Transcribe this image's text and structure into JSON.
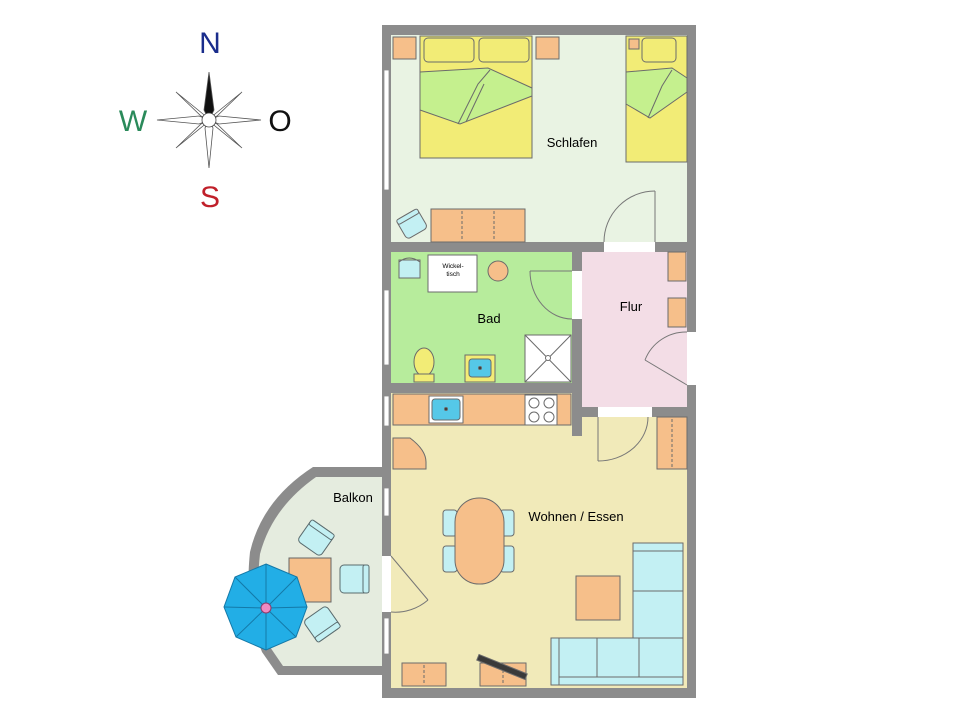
{
  "compass": {
    "north": "N",
    "south": "S",
    "west": "W",
    "east": "O",
    "north_color": "#1a2d8c",
    "south_color": "#c0202a",
    "west_color": "#2a8a5a",
    "east_color": "#111111"
  },
  "rooms": {
    "schlafen": "Schlafen",
    "bad": "Bad",
    "flur": "Flur",
    "wohnen": "Wohnen / Essen",
    "balkon": "Balkon"
  },
  "furniture": {
    "wickeltisch_line1": "Wickel-",
    "wickeltisch_line2": "tisch"
  },
  "colors": {
    "wall": "#8c8c8c",
    "schlafen": "#e9f3e3",
    "bad": "#b7ec9c",
    "flur": "#f3dde6",
    "wohnen": "#f1eab9",
    "balkon": "#e5ecdf",
    "wood": "#f6bf8a",
    "bed_cover": "#f2ec76",
    "bed_sheet": "#c5f08e",
    "sofa": "#c3f0f3",
    "umbrella": "#22aee6",
    "sink": "#55c8e8"
  }
}
